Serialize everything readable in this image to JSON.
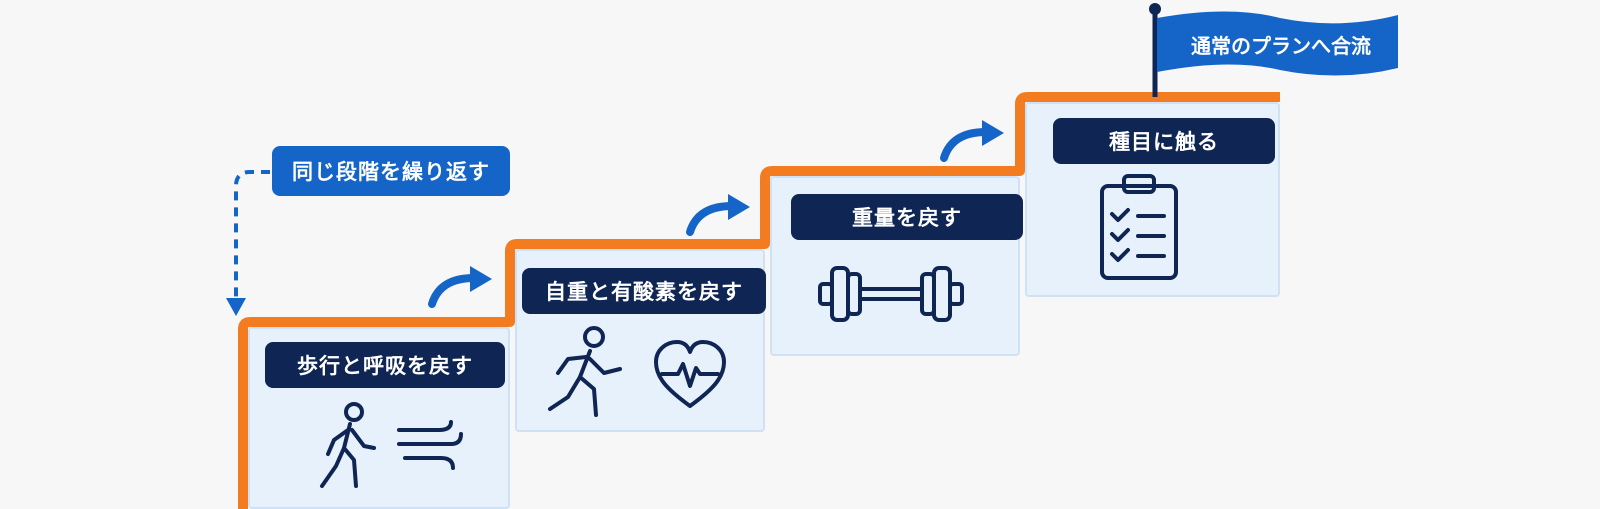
{
  "steps": [
    {
      "label": "歩行と呼吸を戻す",
      "icons": [
        "walking-person-icon",
        "wind-breath-icon"
      ]
    },
    {
      "label": "自重と有酸素を戻す",
      "icons": [
        "running-person-icon",
        "heart-pulse-icon"
      ]
    },
    {
      "label": "重量を戻す",
      "icons": [
        "dumbbell-icon"
      ]
    },
    {
      "label": "種目に触る",
      "icons": [
        "clipboard-checklist-icon"
      ]
    }
  ],
  "repeat": {
    "label": "同じ段階を繰り返す"
  },
  "goal": {
    "label": "通常のプランへ合流"
  },
  "colors": {
    "step_edge": "#f47c20",
    "card_fill": "#e7f1fb",
    "card_border": "#cfe2f5",
    "pill": "#0f2553",
    "accent_blue": "#1565c8",
    "icon_stroke": "#0f2553"
  }
}
